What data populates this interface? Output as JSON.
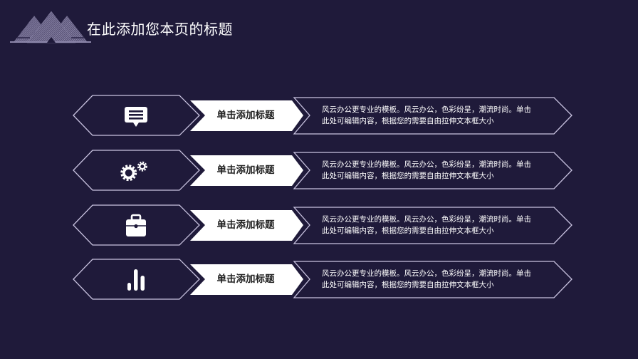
{
  "header": {
    "title": "在此添加您本页的标题",
    "logo_icon": "pyramids-logo-icon"
  },
  "colors": {
    "background": "#1f1a3a",
    "outline": "#c9c3e0",
    "title_box": "#ffffff",
    "title_text": "#222222",
    "desc_text": "#ffffff"
  },
  "rows": [
    {
      "icon": "chat-bubble-icon",
      "title": "单击添加标题",
      "desc_line1": "风云办公更专业的模板。风云办公，色彩纷呈，潮流时尚。单击",
      "desc_line2": "此处可编辑内容，根据您的需要自由拉伸文本框大小"
    },
    {
      "icon": "gears-icon",
      "title": "单击添加标题",
      "desc_line1": "风云办公更专业的模板。风云办公，色彩纷呈，潮流时尚。单击",
      "desc_line2": "此处可编辑内容，根据您的需要自由拉伸文本框大小"
    },
    {
      "icon": "briefcase-icon",
      "title": "单击添加标题",
      "desc_line1": "风云办公更专业的模板。风云办公，色彩纷呈，潮流时尚。单击",
      "desc_line2": "此处可编辑内容，根据您的需要自由拉伸文本框大小"
    },
    {
      "icon": "bar-chart-icon",
      "title": "单击添加标题",
      "desc_line1": "风云办公更专业的模板。风云办公，色彩纷呈，潮流时尚。单击",
      "desc_line2": "此处可编辑内容，根据您的需要自由拉伸文本框大小"
    }
  ]
}
